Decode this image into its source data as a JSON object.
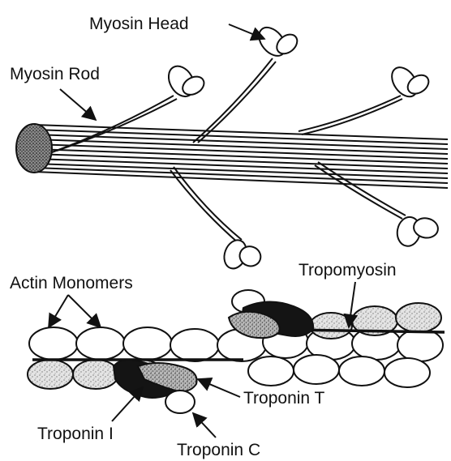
{
  "labels": {
    "myosin_head": "Myosin Head",
    "myosin_rod": "Myosin Rod",
    "actin_monomers": "Actin Monomers",
    "tropomyosin": "Tropomyosin",
    "troponin_t": "Troponin T",
    "troponin_i": "Troponin I",
    "troponin_c": "Troponin C"
  },
  "colors": {
    "line": "#111111",
    "dark_protein": "#141414",
    "speckle_light": "#cfcfcf",
    "speckle_mid": "#9a9a9a",
    "background": "#ffffff"
  }
}
